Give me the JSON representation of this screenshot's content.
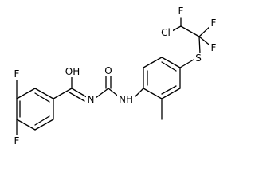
{
  "atoms": {
    "oh": "OH",
    "n_amide": "N",
    "o_carbonyl": "O",
    "nh": "NH",
    "f_top": "F",
    "f_bottom": "F",
    "s": "S",
    "cl": "Cl",
    "f_chain_top": "F",
    "f_chain_right_1": "F",
    "f_chain_right_2": "F"
  },
  "colors": {
    "bond": "#000000",
    "text": "#000000",
    "background": "#ffffff"
  }
}
